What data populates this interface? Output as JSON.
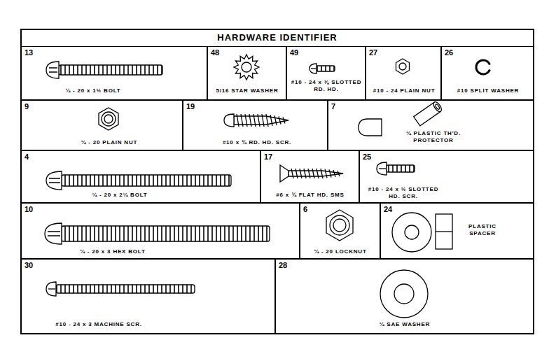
{
  "diagram": {
    "title": "HARDWARE IDENTIFIER",
    "nodes": [
      {
        "text": [
          "13",
          "¼ - 20 x 1½ BOLT"
        ]
      },
      {
        "text": [
          "48",
          "5/16 STAR WASHER"
        ]
      },
      {
        "text": [
          "49",
          "#10 - 24 x ⅜ SLOTTED RD. HD."
        ]
      },
      {
        "text": [
          "27",
          "#10 - 24 PLAIN NUT"
        ]
      },
      {
        "text": [
          "26",
          "#10 SPLIT WASHER"
        ]
      },
      {
        "text": [
          "9",
          "¼ - 20 PLAIN NUT"
        ]
      },
      {
        "text": [
          "19",
          "#10 x ¾ RD. HD. SCR."
        ]
      },
      {
        "text": [
          "7",
          "¼ PLASTIC TH'D. PROTECTOR"
        ]
      },
      {
        "text": [
          "4",
          "¼ - 20 x 2¼ BOLT"
        ]
      },
      {
        "text": [
          "17",
          "#6 x ¾ FLAT HD. SMS"
        ]
      },
      {
        "text": [
          "25",
          "#10 - 24 x ½ SLOTTED HD. SCR."
        ]
      },
      {
        "text": [
          "10",
          "¼ - 20 x 3 HEX BOLT"
        ]
      },
      {
        "text": [
          "6",
          "¼ - 20 LOCKNUT"
        ]
      },
      {
        "text": [
          "24",
          "PLASTIC SPACER"
        ]
      },
      {
        "text": [
          "30",
          "#10 - 24 x 3 MACHINE SCR."
        ]
      },
      {
        "text": [
          "28",
          "¼ SAE WASHER"
        ]
      }
    ]
  }
}
